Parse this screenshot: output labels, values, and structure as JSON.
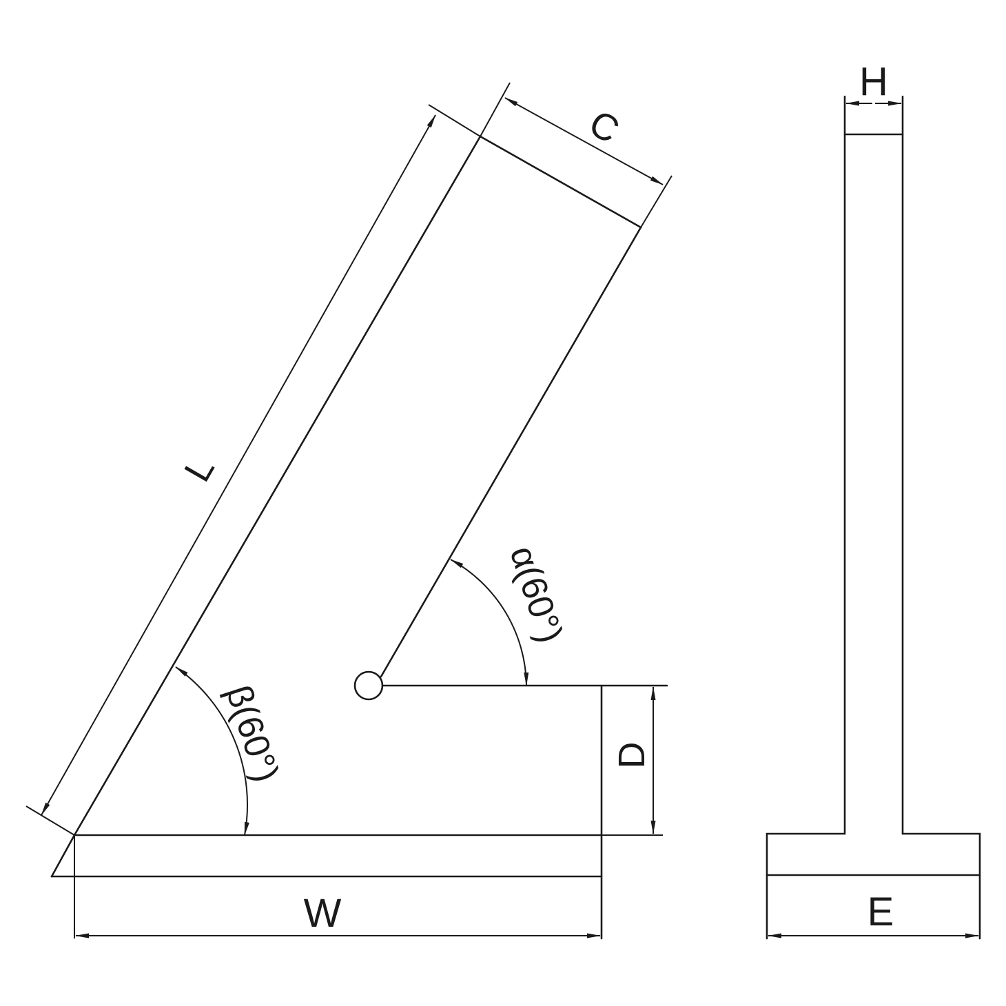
{
  "diagram": {
    "type": "technical-drawing",
    "subject": "adjustable angle square / bevel protractor",
    "views": [
      "front",
      "side"
    ],
    "colors": {
      "line": "#1a1a1a",
      "background": "#ffffff"
    }
  },
  "front_view": {
    "labels": {
      "length": "L",
      "width": "C",
      "base_width": "W",
      "depth": "D",
      "angle_alpha": "α(60°)",
      "angle_beta": "β(60°)"
    }
  },
  "side_view": {
    "labels": {
      "thickness": "H",
      "base_thickness": "E"
    }
  }
}
